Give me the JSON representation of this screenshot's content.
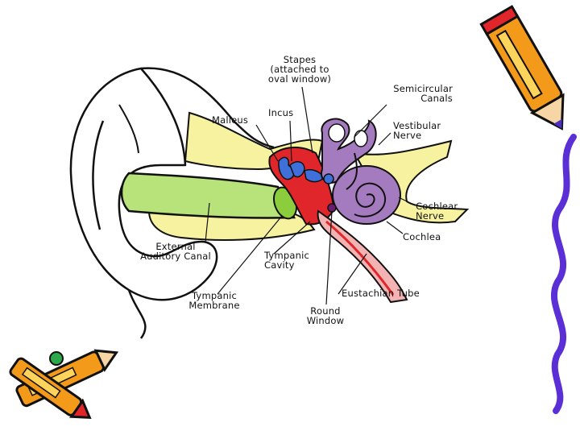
{
  "labels": {
    "stapes": "Stapes\n(attached to\noval window)",
    "semicircular_canals": "Semicircular\nCanals",
    "incus": "Incus",
    "malleus": "Malleus",
    "vestibular_nerve": "Vestibular\nNerve",
    "cochlear_nerve": "Cochlear\nNerve",
    "cochlea": "Cochlea",
    "external_auditory_canal": "External\nAuditory Canal",
    "tympanic_cavity": "Tympanic\nCavity",
    "tympanic_membrane": "Tympanic\nMembrane",
    "eustachian_tube": "Eustachian Tube",
    "round_window": "Round\nWindow"
  },
  "colors": {
    "bone_yellow": "#f7f2a0",
    "canal_green": "#b8e27a",
    "membrane_green": "#8ccd3e",
    "cavity_red": "#e0262a",
    "ossicle_blue": "#3f6fd8",
    "labyrinth_purple": "#a57bbf",
    "tube_pink": "#f3b3b3",
    "pencil_orange": "#f49a1a",
    "pencil_border_purple": "#5a2fd6"
  },
  "icons": [
    "pencil-clipart-icon",
    "crayons-clipart-icon"
  ]
}
